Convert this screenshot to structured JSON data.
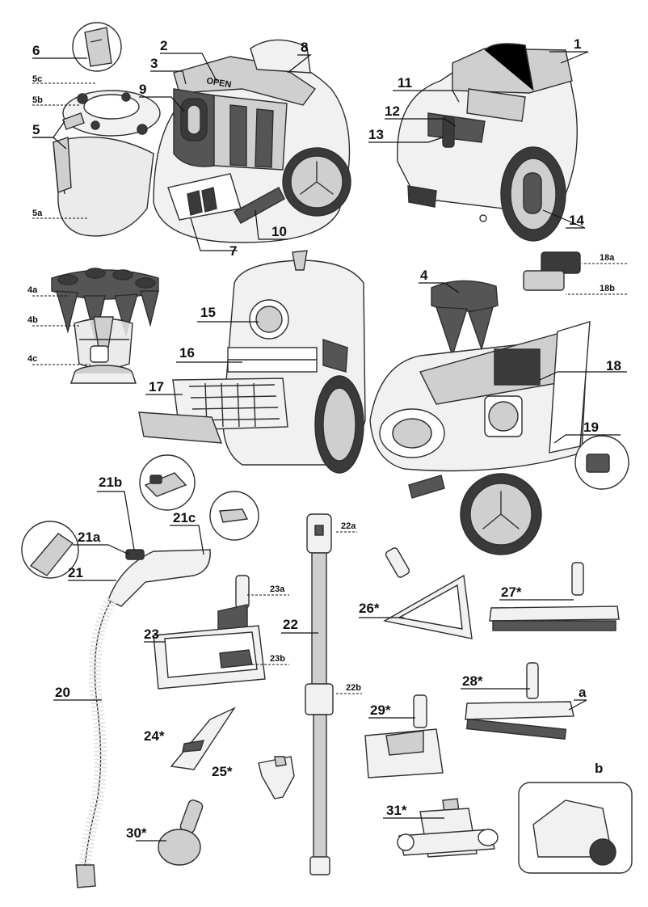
{
  "labels": {
    "l1": "1",
    "l2": "2",
    "l3": "3",
    "l4": "4",
    "l4a": "4a",
    "l4b": "4b",
    "l4c": "4c",
    "l5": "5",
    "l5a": "5a",
    "l5b": "5b",
    "l5c": "5c",
    "l6": "6",
    "l7": "7",
    "l8": "8",
    "l9": "9",
    "l10": "10",
    "l11": "11",
    "l12": "12",
    "l13": "13",
    "l14": "14",
    "l15": "15",
    "l16": "16",
    "l17": "17",
    "l18": "18",
    "l18a": "18a",
    "l18b": "18b",
    "l19": "19",
    "l20": "20",
    "l21": "21",
    "l21a": "21a",
    "l21b": "21b",
    "l21c": "21c",
    "l22": "22",
    "l22a": "22a",
    "l22b": "22b",
    "l23": "23",
    "l23a": "23a",
    "l23b": "23b",
    "l24": "24*",
    "l25": "25*",
    "l26": "26*",
    "l27": "27*",
    "l28": "28*",
    "l28a": "a",
    "l28b": "b",
    "l29": "29*",
    "l30": "30*",
    "l31": "31*"
  },
  "text_on_parts": {
    "open_lid": "OPEN"
  },
  "icons": [
    "vacuum-cleaner-body",
    "dust-container",
    "cyclone-module",
    "hose",
    "telescopic-tube",
    "floor-nozzle",
    "crevice-tool",
    "upholstery-tool",
    "turbo-brush",
    "parquet-brush",
    "triangular-nozzle",
    "tool-holder",
    "filter",
    "motor-filter"
  ],
  "colors": {
    "ink": "#111111",
    "outline": "#2e2e2e",
    "grey_light": "#f1f1f1",
    "grey_mid": "#cfcfcf",
    "grey_dark": "#555555"
  }
}
